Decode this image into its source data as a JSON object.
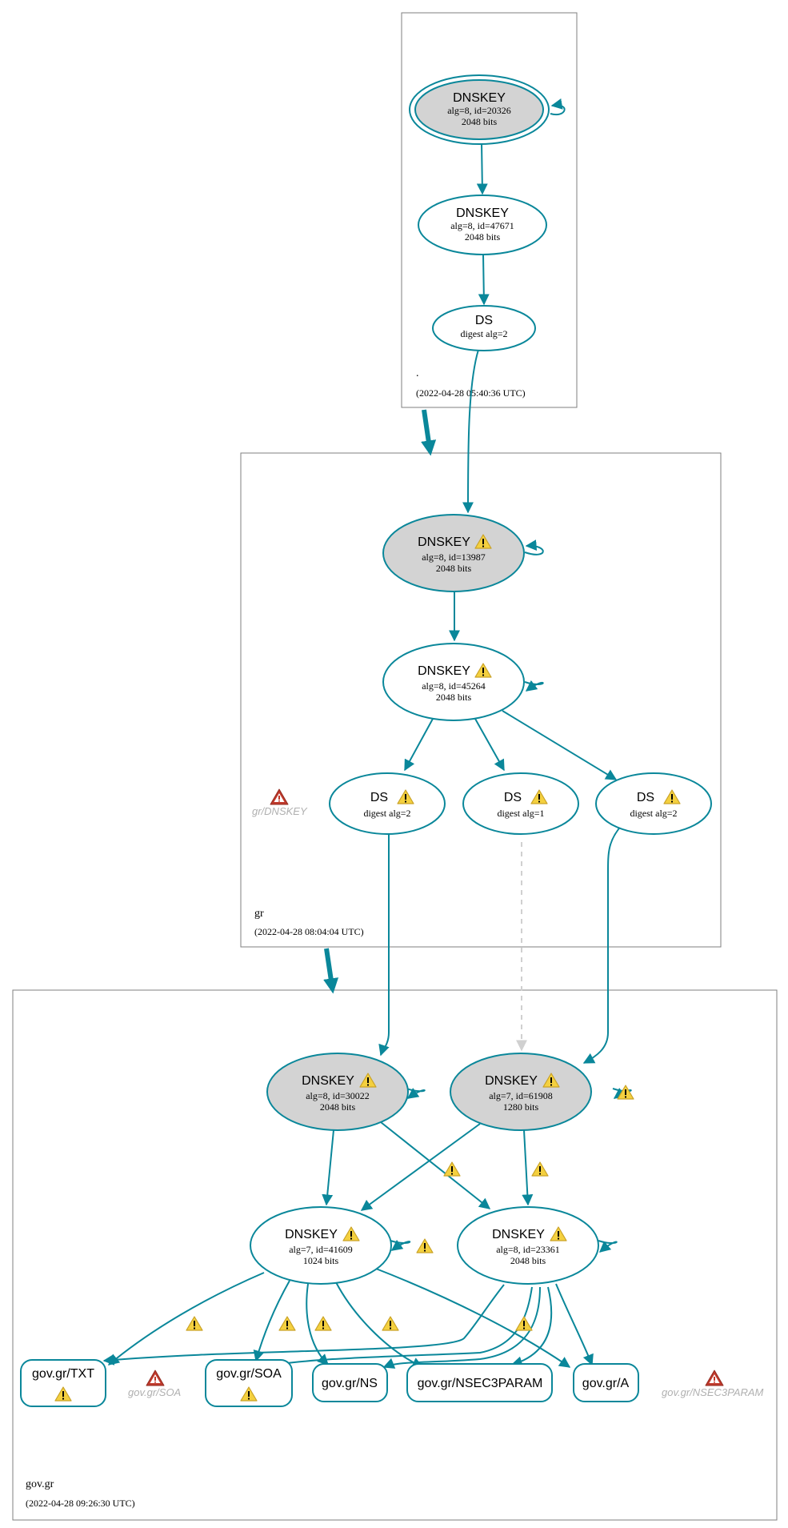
{
  "colors": {
    "edge": "#0a879a",
    "key_fill": "#d3d3d3",
    "dashed": "#d0d0d0",
    "warning": "#f4d03f",
    "error": "#c0392b"
  },
  "zones": {
    "root": {
      "name": ".",
      "timestamp": "(2022-04-28 05:40:36 UTC)"
    },
    "gr": {
      "name": "gr",
      "timestamp": "(2022-04-28 08:04:04 UTC)"
    },
    "govgr": {
      "name": "gov.gr",
      "timestamp": "(2022-04-28 09:26:30 UTC)"
    }
  },
  "nodes": {
    "root_ksk": {
      "title": "DNSKEY",
      "line1": "alg=8, id=20326",
      "line2": "2048 bits"
    },
    "root_zsk": {
      "title": "DNSKEY",
      "line1": "alg=8, id=47671",
      "line2": "2048 bits"
    },
    "root_ds": {
      "title": "DS",
      "line1": "digest alg=2"
    },
    "gr_ksk": {
      "title": "DNSKEY",
      "line1": "alg=8, id=13987",
      "line2": "2048 bits"
    },
    "gr_zsk": {
      "title": "DNSKEY",
      "line1": "alg=8, id=45264",
      "line2": "2048 bits"
    },
    "gr_ds1": {
      "title": "DS",
      "line1": "digest alg=2"
    },
    "gr_ds2": {
      "title": "DS",
      "line1": "digest alg=1"
    },
    "gr_ds3": {
      "title": "DS",
      "line1": "digest alg=2"
    },
    "gov_k1": {
      "title": "DNSKEY",
      "line1": "alg=8, id=30022",
      "line2": "2048 bits"
    },
    "gov_k2": {
      "title": "DNSKEY",
      "line1": "alg=7, id=61908",
      "line2": "1280 bits"
    },
    "gov_k3": {
      "title": "DNSKEY",
      "line1": "alg=7, id=41609",
      "line2": "1024 bits"
    },
    "gov_k4": {
      "title": "DNSKEY",
      "line1": "alg=8, id=23361",
      "line2": "2048 bits"
    }
  },
  "records": {
    "txt": "gov.gr/TXT",
    "soa": "gov.gr/SOA",
    "ns": "gov.gr/NS",
    "nsec3param": "gov.gr/NSEC3PARAM",
    "a": "gov.gr/A"
  },
  "errors": {
    "gr_dnskey": "gr/DNSKEY",
    "gov_soa": "gov.gr/SOA",
    "gov_nsec3param": "gov.gr/NSEC3PARAM"
  }
}
